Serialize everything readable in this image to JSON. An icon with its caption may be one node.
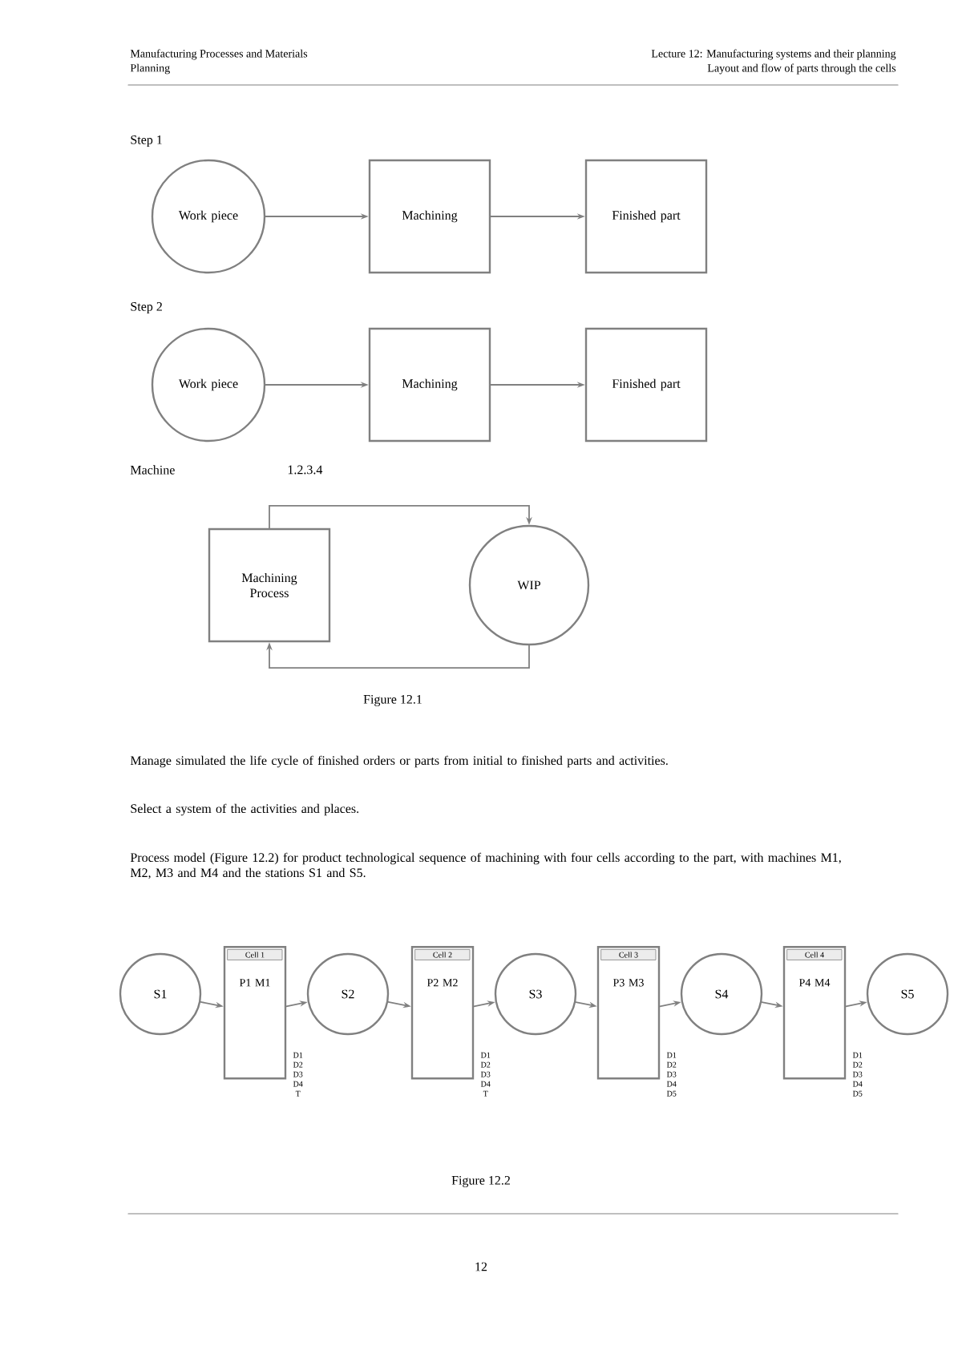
{
  "diagram": {
    "nodes": [
      {
        "text": [
          "Work piece"
        ]
      },
      {
        "text": [
          "Machining"
        ]
      },
      {
        "text": [
          "Finished part"
        ]
      },
      {
        "text": [
          "Work piece"
        ]
      },
      {
        "text": [
          "Machining"
        ]
      },
      {
        "text": [
          "Finished part"
        ]
      },
      {
        "text": [
          "Machining Process"
        ]
      },
      {
        "text": [
          "WIP"
        ]
      },
      {
        "text": [
          "S1"
        ]
      },
      {
        "text": [
          "Cell 1",
          "P1 M1"
        ],
        "beside": [
          "D1",
          "D2",
          "D3",
          "D4",
          "T"
        ]
      },
      {
        "text": [
          "S2"
        ]
      },
      {
        "text": [
          "Cell 2",
          "P2 M2"
        ],
        "beside": [
          "D1",
          "D2",
          "D3",
          "D4",
          "T"
        ]
      },
      {
        "text": [
          "S3"
        ]
      },
      {
        "text": [
          "Cell 3",
          "P3 M3"
        ],
        "beside": [
          "D1",
          "D2",
          "D3",
          "D4",
          "D5"
        ]
      },
      {
        "text": [
          "S4"
        ]
      },
      {
        "text": [
          "Cell 4",
          "P4 M4"
        ],
        "beside": [
          "D1",
          "D2",
          "D3",
          "D4",
          "D5"
        ]
      },
      {
        "text": [
          "S5"
        ]
      }
    ],
    "edges": [
      {
        "from": 0,
        "to": 1,
        "arrow": "to"
      },
      {
        "from": 1,
        "to": 2,
        "arrow": "to"
      },
      {
        "from": 3,
        "to": 4,
        "arrow": "to"
      },
      {
        "from": 4,
        "to": 5,
        "arrow": "to"
      },
      {
        "from": 6,
        "to": 7,
        "arrow": "to"
      },
      {
        "from": 7,
        "to": 6,
        "arrow": "to"
      },
      {
        "from": 8,
        "to": 9,
        "arrow": "to"
      },
      {
        "from": 9,
        "to": 10,
        "arrow": "to"
      },
      {
        "from": 10,
        "to": 11,
        "arrow": "to"
      },
      {
        "from": 11,
        "to": 12,
        "arrow": "to"
      },
      {
        "from": 12,
        "to": 13,
        "arrow": "to"
      },
      {
        "from": 13,
        "to": 14,
        "arrow": "to"
      },
      {
        "from": 14,
        "to": 15,
        "arrow": "to"
      },
      {
        "from": 15,
        "to": 16,
        "arrow": "to"
      }
    ],
    "labels": [
      "Manufacturing Processes and Materials",
      "Planning",
      "Lecture 12: Manufacturing systems and their planning",
      "Layout and flow of parts through the cells",
      "Step 1",
      "Step 2",
      "Machine",
      "1.2.3.4",
      "Figure 12.1",
      "Manage simulated the life cycle of finished orders or parts from initial to finished parts and activities.",
      "Select a system of the activities and places.",
      "Process model (Figure 12.2) for product technological sequence of machining with four cells according to the part, with machines M1, M2, M3 and M4 and the stations S1 and S5.",
      "Figure 12.2",
      "12"
    ]
  }
}
